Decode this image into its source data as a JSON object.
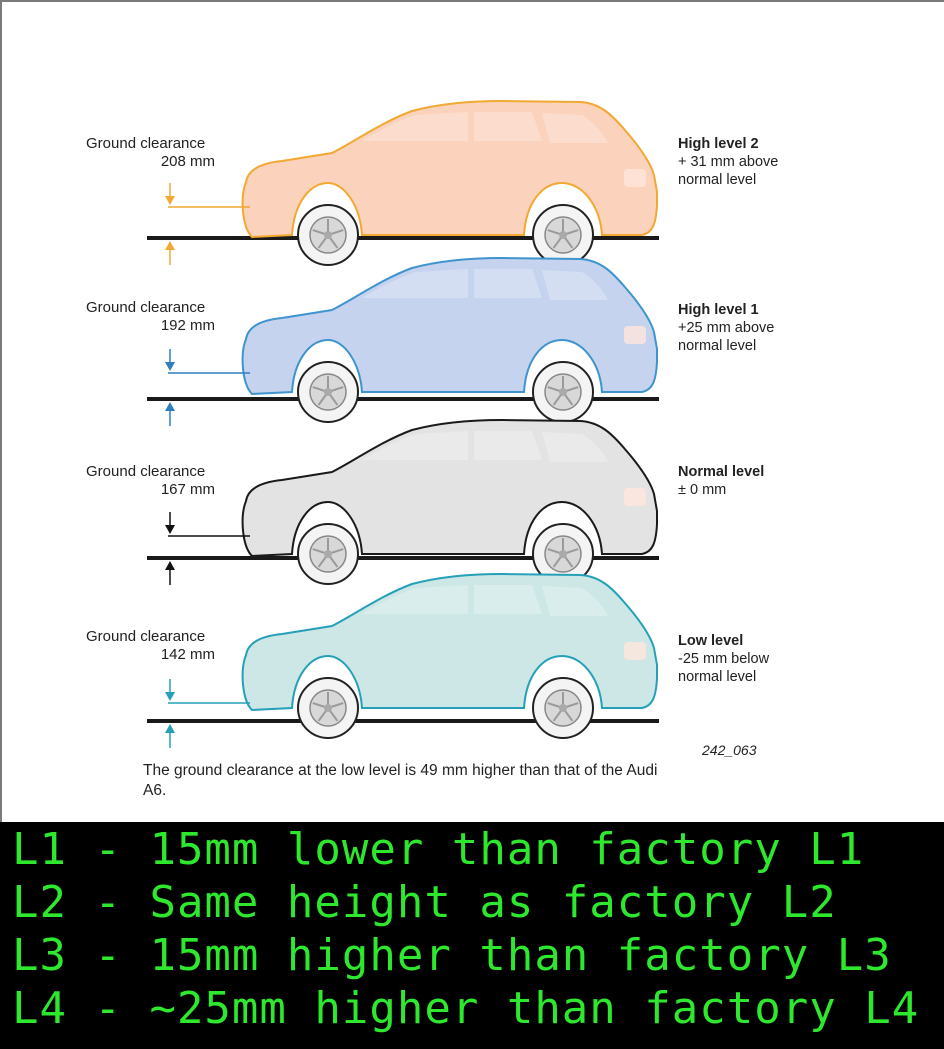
{
  "rows": [
    {
      "gc_label": "Ground clearance",
      "gc_value": "208 mm",
      "level_title": "High level 2",
      "level_line1": "+ 31 mm above",
      "level_line2": "normal level",
      "fill": "#fbd2bc",
      "stroke": "#f2a832",
      "arrow": "#f2a832"
    },
    {
      "gc_label": "Ground clearance",
      "gc_value": "192 mm",
      "level_title": "High level 1",
      "level_line1": "+25 mm above",
      "level_line2": "normal level",
      "fill": "#c6d3ef",
      "stroke": "#3f94cf",
      "arrow": "#2d7fc0"
    },
    {
      "gc_label": "Ground clearance",
      "gc_value": "167 mm",
      "level_title": "Normal level",
      "level_line1": "± 0 mm",
      "level_line2": "",
      "fill": "#e3e3e3",
      "stroke": "#1a1a1a",
      "arrow": "#111111"
    },
    {
      "gc_label": "Ground clearance",
      "gc_value": "142 mm",
      "level_title": "Low level",
      "level_line1": "-25 mm below",
      "level_line2": "normal level",
      "fill": "#cde7e7",
      "stroke": "#25a0b8",
      "arrow": "#25a0b8"
    }
  ],
  "figure_id": "242_063",
  "caption": "The ground clearance at the low level is 49 mm higher than that of the Audi A6.",
  "notes": [
    "L1 - 15mm lower than factory L1",
    "L2 - Same height as factory L2",
    "L3 - 15mm higher than factory L3",
    "L4 - ~25mm higher than factory L4"
  ],
  "colors": {
    "note_text": "#2ee82e",
    "ground": "#1a1a1a"
  }
}
